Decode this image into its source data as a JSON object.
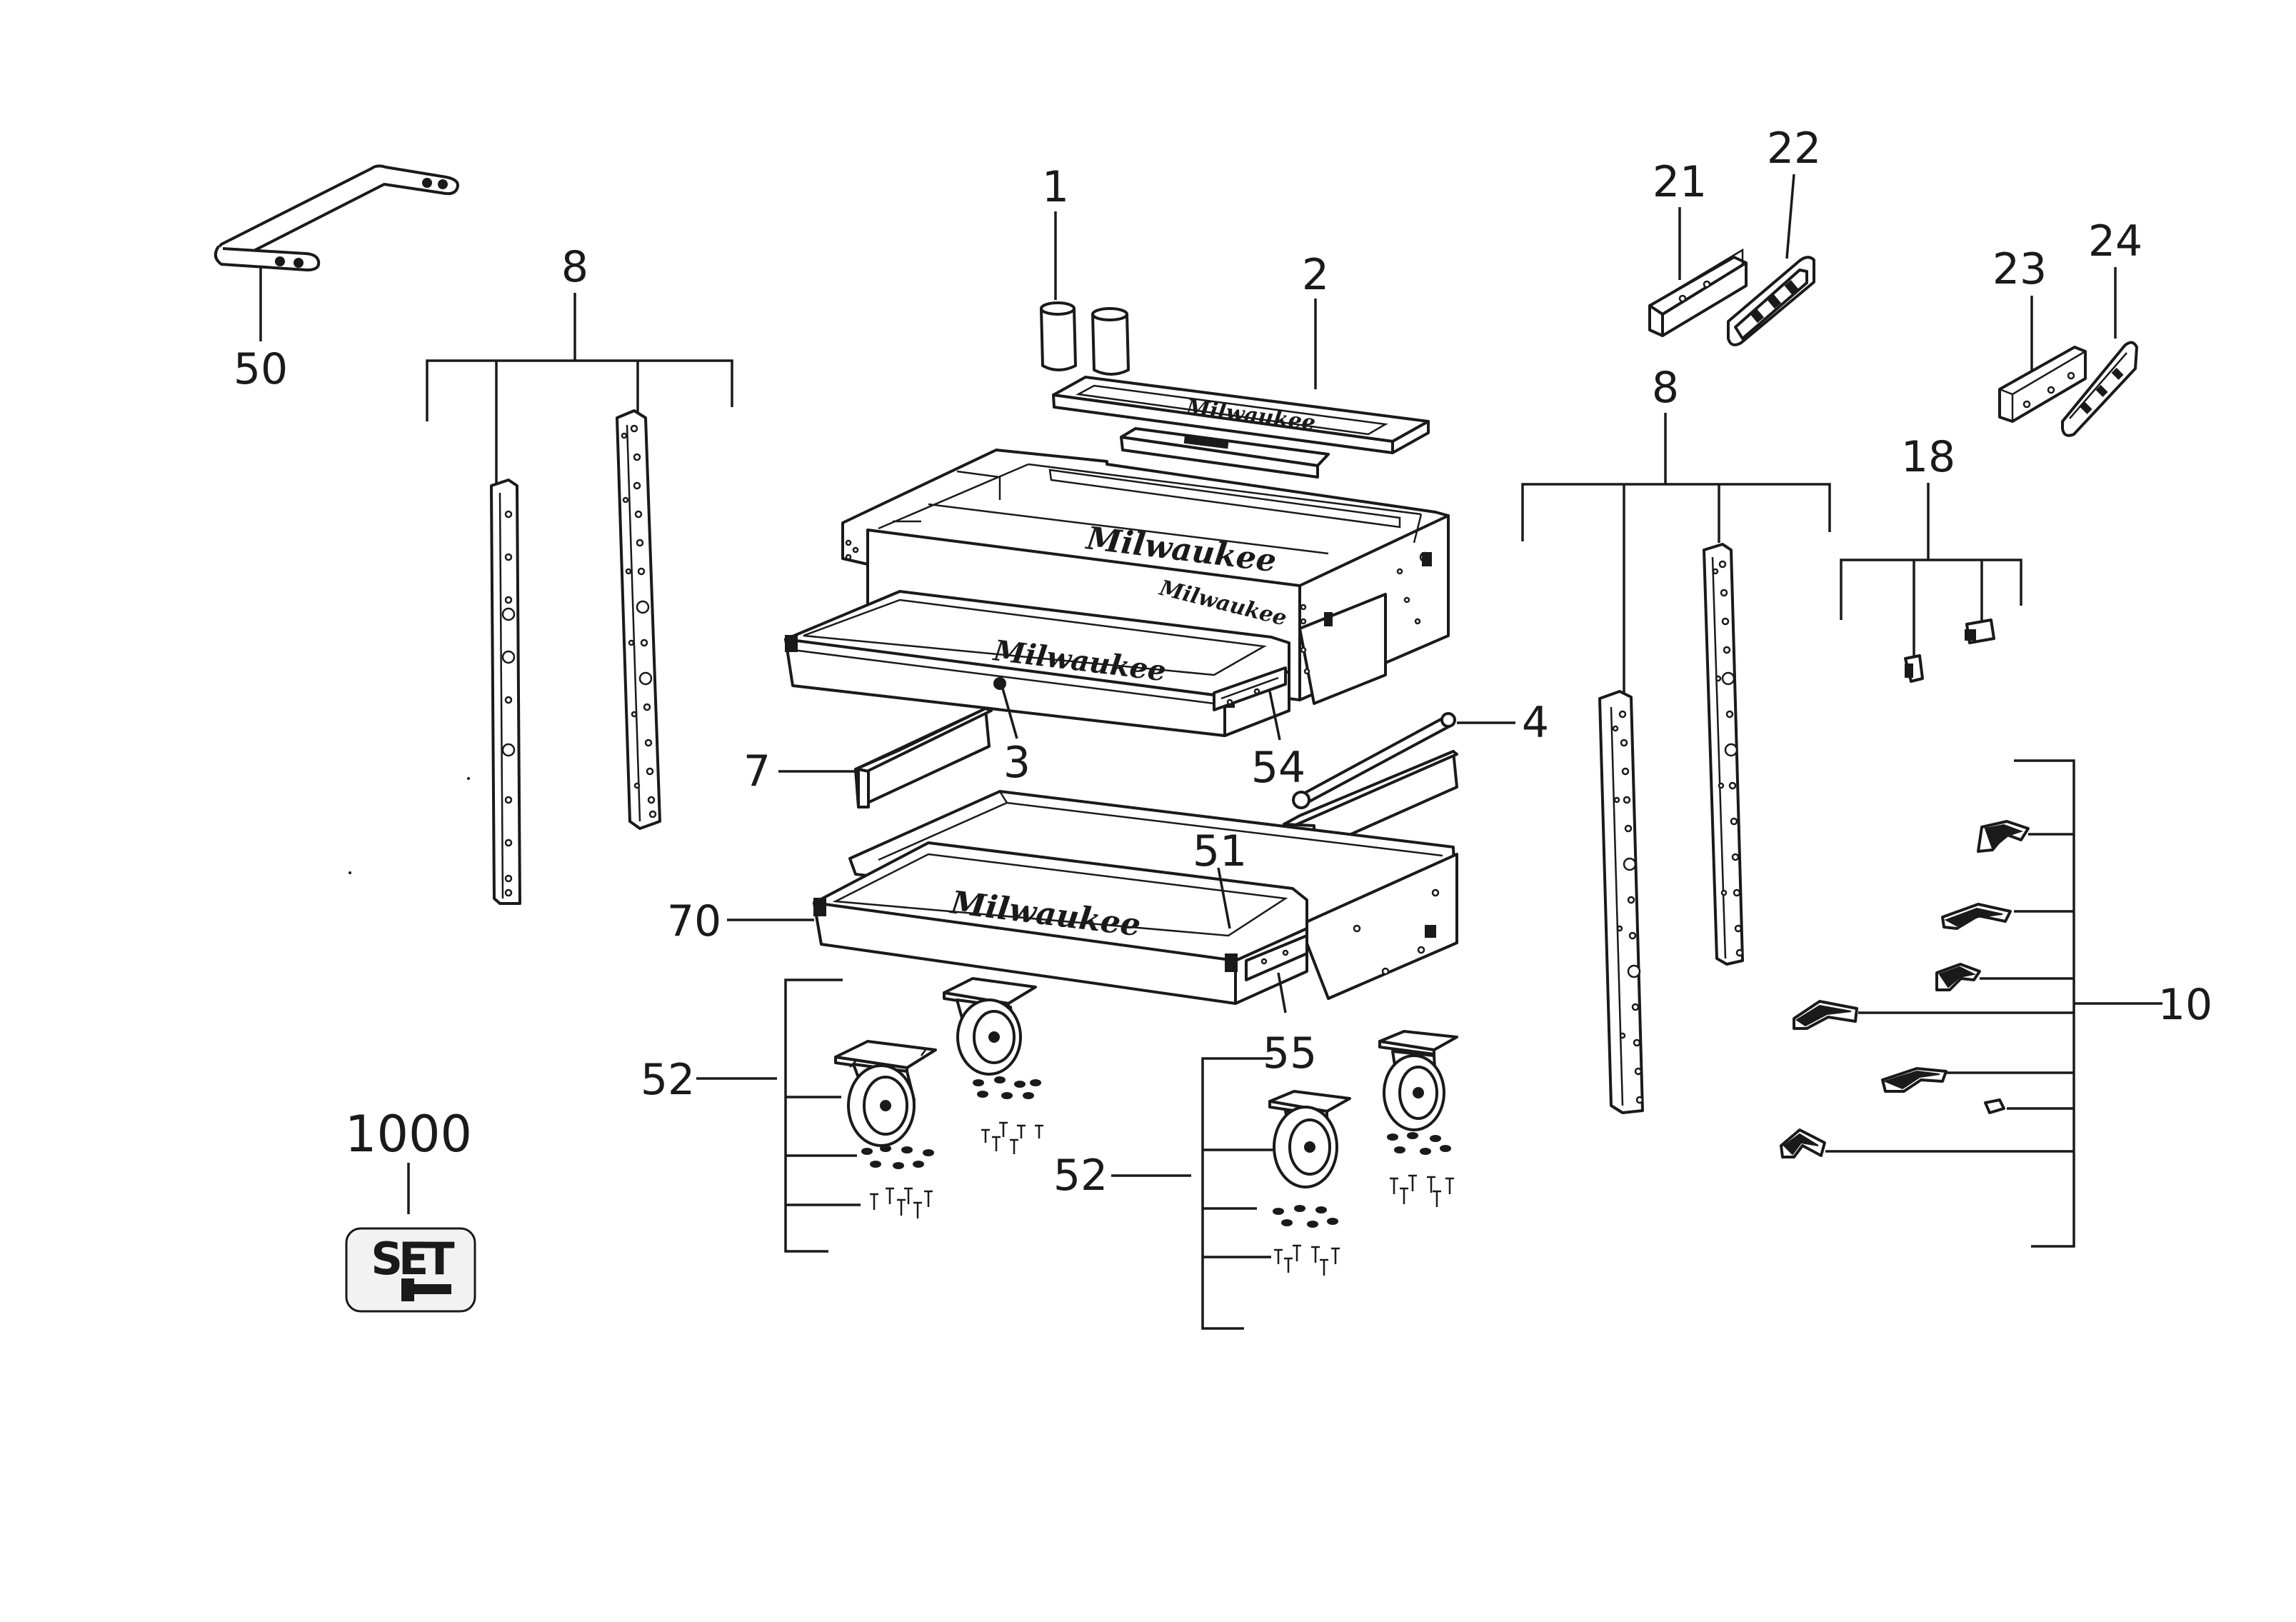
{
  "diagram": {
    "labels": {
      "p1": "1",
      "p2": "2",
      "p3": "3",
      "p4": "4",
      "p7": "7",
      "p8_left": "8",
      "p8_right": "8",
      "p10": "10",
      "p18": "18",
      "p21": "21",
      "p22": "22",
      "p23": "23",
      "p24": "24",
      "p50": "50",
      "p51": "51",
      "p52_left": "52",
      "p52_right": "52",
      "p54": "54",
      "p55": "55",
      "p70": "70",
      "p1000": "1000"
    },
    "brand_marks": {
      "cabinet_side": "Milwaukee",
      "cabinet_top": "Milwaukee",
      "upper_drawer": "Milwaukee",
      "lower_drawer": "Milwaukee",
      "top_tray": "Milwaukee"
    },
    "set_icon": {
      "text": "SET"
    }
  }
}
